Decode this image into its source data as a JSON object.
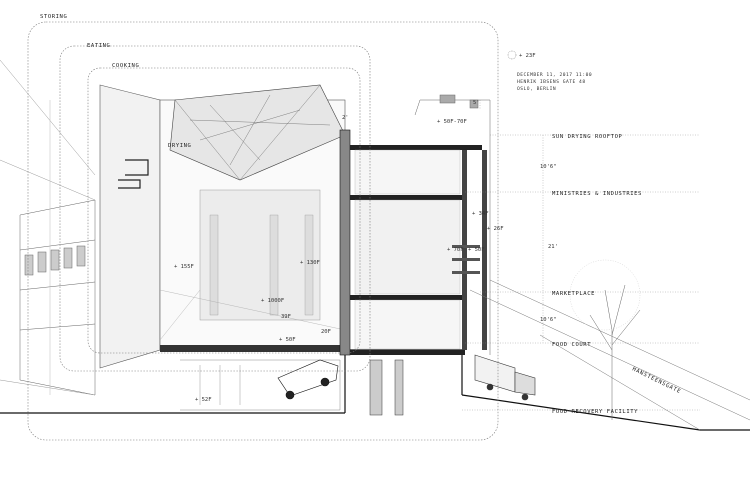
{
  "zones": {
    "storing": "STORING",
    "eating": "EATING",
    "cooking": "COOKING",
    "drying": "DRYING"
  },
  "info": {
    "date": "DECEMBER 11, 2017  11:00",
    "address": "HENRIK IBSENS GATE 48",
    "city": "OSLO, BERLIN",
    "outdoor_temp": "+ 23F"
  },
  "levels": {
    "sun_drying_rooftop": "SUN DRYING ROOFTOP",
    "ministries_industries": "MINISTRIES & INDUSTRIES",
    "marketplace": "MARKETPLACE",
    "food_court": "FOOD COURT",
    "food_recovery_facility": "FOOD RECOVERY FACILITY"
  },
  "dimensions": {
    "d1": "5'",
    "d2": "10'6\"",
    "d3": "21'",
    "d4": "10'6\"",
    "d5": "2'"
  },
  "temperatures": {
    "t_drying": "+ 50F-70F",
    "t_34": "+ 34F",
    "t_26": "+ 26F",
    "t_70": "+ 70F",
    "t_50": "+ 50F",
    "t_155": "+ 155F",
    "t_130": "+ 130F",
    "t_1000": "+ 1000F",
    "t_39": "39F",
    "t_20": "20F",
    "t_50b": "+ 50F",
    "t_52": "+ 52F"
  },
  "street": "HANSTEENSGATE"
}
